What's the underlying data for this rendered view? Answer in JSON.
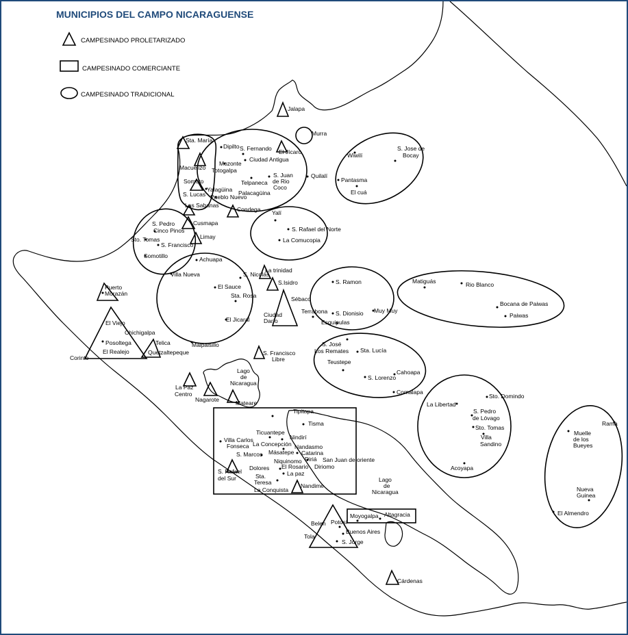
{
  "title": "MUNICIPIOS DEL CAMPO NICARAGUENSE",
  "legend": [
    {
      "symbol": "triangle",
      "label": "CAMPESINADO PROLETARIZADO"
    },
    {
      "symbol": "rectangle",
      "label": "CAMPESINADO COMERCIANTE"
    },
    {
      "symbol": "ellipse",
      "label": "CAMPESINADO TRADICIONAL"
    }
  ],
  "places": [
    {
      "name": "Jalapa"
    },
    {
      "name": "Murra"
    },
    {
      "name": "Sta. María"
    },
    {
      "name": "Dipilto"
    },
    {
      "name": "S. Fernando"
    },
    {
      "name": "El Jícaro"
    },
    {
      "name": "Ciudad Antigua"
    },
    {
      "name": "Macuelizo"
    },
    {
      "name": "Mozonte"
    },
    {
      "name": "Totogalpa"
    },
    {
      "name": "Wiwilí"
    },
    {
      "name": "S. Jose de"
    },
    {
      "name": "Bocay"
    },
    {
      "name": "Somoto"
    },
    {
      "name": "S. Juan"
    },
    {
      "name": "de Rio"
    },
    {
      "name": "Coco"
    },
    {
      "name": "Quilalí"
    },
    {
      "name": "Telpaneca"
    },
    {
      "name": "Yalagüina"
    },
    {
      "name": "Palacagüina"
    },
    {
      "name": "Pantasma"
    },
    {
      "name": "El cuá"
    },
    {
      "name": "S. Lucas"
    },
    {
      "name": "Pueblo Nuevo"
    },
    {
      "name": "Las Sabanas"
    },
    {
      "name": "Condega"
    },
    {
      "name": "Yalí"
    },
    {
      "name": "S. Pedro"
    },
    {
      "name": "Cusmapa"
    },
    {
      "name": "Cinco Pinos"
    },
    {
      "name": "S. Rafael del Norte"
    },
    {
      "name": "Sto. Tomas"
    },
    {
      "name": "Limay"
    },
    {
      "name": "S. Francisco"
    },
    {
      "name": "La Comucopia"
    },
    {
      "name": "Somotillo"
    },
    {
      "name": "Achuapa"
    },
    {
      "name": "Villa Nueva"
    },
    {
      "name": "S. Nicolás"
    },
    {
      "name": "La trinidad"
    },
    {
      "name": "S.Isidro"
    },
    {
      "name": "S. Ramon"
    },
    {
      "name": "Matiguás"
    },
    {
      "name": "Rio Blanco"
    },
    {
      "name": "Puerto"
    },
    {
      "name": "Morazán"
    },
    {
      "name": "El Sauce"
    },
    {
      "name": "Sta. Rosa"
    },
    {
      "name": "Sébaco"
    },
    {
      "name": "Bocana de Paiwas"
    },
    {
      "name": "Terrabona"
    },
    {
      "name": "S. Dionisio"
    },
    {
      "name": "Muy Muy"
    },
    {
      "name": "Ciudad"
    },
    {
      "name": "Darío"
    },
    {
      "name": "Paiwas"
    },
    {
      "name": "El Viejo"
    },
    {
      "name": "El Jicaral"
    },
    {
      "name": "Esquipulas"
    },
    {
      "name": "Chichigalpa"
    },
    {
      "name": "S. José"
    },
    {
      "name": "Posoltega"
    },
    {
      "name": "Telica"
    },
    {
      "name": "Malpaisillo"
    },
    {
      "name": "Los Remates"
    },
    {
      "name": "Sta. Lucía"
    },
    {
      "name": "El Realejo"
    },
    {
      "name": "Quetzaltepeque"
    },
    {
      "name": "S. Francisco"
    },
    {
      "name": "Libre"
    },
    {
      "name": "Corinto"
    },
    {
      "name": "Teustepe"
    },
    {
      "name": "Lago"
    },
    {
      "name": "de"
    },
    {
      "name": "Nicaragua"
    },
    {
      "name": "Cahoapa"
    },
    {
      "name": "S. Lorenzo"
    },
    {
      "name": "La Paz"
    },
    {
      "name": "Centro"
    },
    {
      "name": "Comalapa"
    },
    {
      "name": "Nagarote"
    },
    {
      "name": "Sto. Domindo"
    },
    {
      "name": "Mateare"
    },
    {
      "name": "La Libertad"
    },
    {
      "name": "Tipitapa"
    },
    {
      "name": "S. Pedro"
    },
    {
      "name": "de Lóvago"
    },
    {
      "name": "Tisma"
    },
    {
      "name": "Rama"
    },
    {
      "name": "Ticuantepe"
    },
    {
      "name": "Sto. Tomas"
    },
    {
      "name": "Nindirí"
    },
    {
      "name": "Villa Carlos"
    },
    {
      "name": "Fonseca"
    },
    {
      "name": "La Concepción"
    },
    {
      "name": "Nandasmo"
    },
    {
      "name": "Villa"
    },
    {
      "name": "Sandino"
    },
    {
      "name": "Muelle"
    },
    {
      "name": "de los"
    },
    {
      "name": "Bueyes"
    },
    {
      "name": "S. Marcos"
    },
    {
      "name": "Másatepe"
    },
    {
      "name": "Catarina"
    },
    {
      "name": "Diriá"
    },
    {
      "name": "San Juan de oriente"
    },
    {
      "name": "Niquinomo"
    },
    {
      "name": "Diriomo"
    },
    {
      "name": "Dolores"
    },
    {
      "name": "El Rosario"
    },
    {
      "name": "Acoyapa"
    },
    {
      "name": "La paz"
    },
    {
      "name": "S. Rafael"
    },
    {
      "name": "del Sur"
    },
    {
      "name": "Sta."
    },
    {
      "name": "Teresa"
    },
    {
      "name": "Lago"
    },
    {
      "name": "de"
    },
    {
      "name": "Nicaragua"
    },
    {
      "name": "Nandime"
    },
    {
      "name": "La Conquista"
    },
    {
      "name": "Nueva"
    },
    {
      "name": "Guinea"
    },
    {
      "name": "Moyogalpa"
    },
    {
      "name": "Altagracia"
    },
    {
      "name": "Belen"
    },
    {
      "name": "El Almendro"
    },
    {
      "name": "Potosí"
    },
    {
      "name": "Buenos Aires"
    },
    {
      "name": "Tola"
    },
    {
      "name": "S. Jorge"
    },
    {
      "name": "Cárdenas"
    }
  ]
}
